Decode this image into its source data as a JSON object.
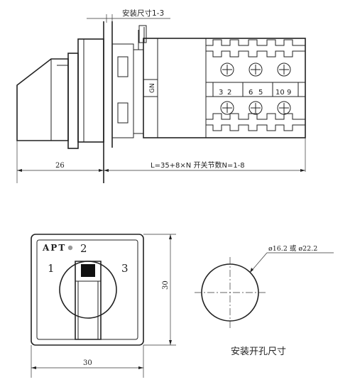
{
  "side_view": {
    "install_label": "安装尺寸1-3",
    "length_formula": "L=35+8×N  开关节数N=1-8",
    "dim_depth": "26",
    "terminal_marks": [
      "3",
      "2",
      "6",
      "5",
      "10",
      "9"
    ]
  },
  "front_view": {
    "brand": "APT",
    "positions": [
      "1",
      "2",
      "3"
    ],
    "dim_width": "30",
    "dim_height": "30"
  },
  "cutout": {
    "diameter_note": "ø16.2 或 ø22.2",
    "caption": "安装开孔尺寸"
  },
  "colors": {
    "line": "#222222",
    "handle_mark": "#111111",
    "brand_dot": "#999999"
  }
}
